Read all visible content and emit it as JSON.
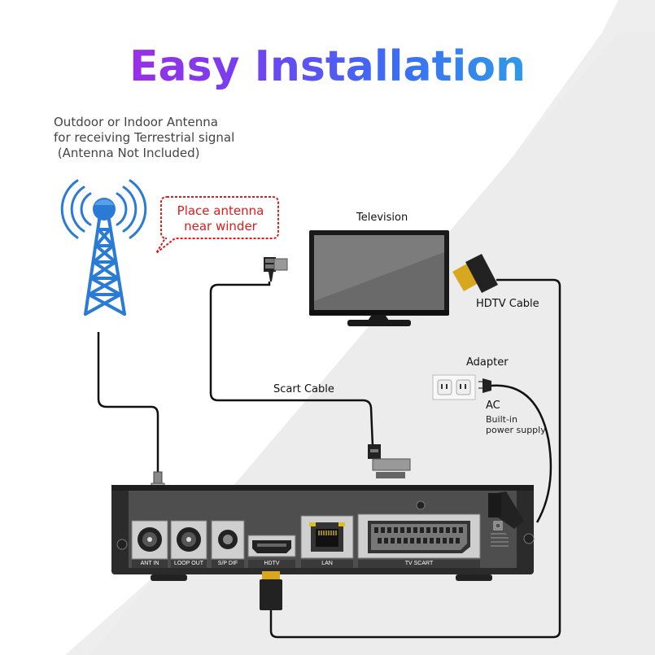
{
  "title": "Easy Installation",
  "antenna": {
    "description_lines": [
      "Outdoor or Indoor Antenna",
      "for receiving Terrestrial signal",
      " (Antenna Not Included)"
    ]
  },
  "callout": {
    "lines": [
      "Place antenna",
      "near winder"
    ]
  },
  "labels": {
    "television": "Television",
    "hdtv_cable": "HDTV Cable",
    "adapter": "Adapter",
    "ac": "AC",
    "builtin_lines": [
      "Built-in",
      "power supply"
    ],
    "scart_cable": "Scart Cable"
  },
  "ports": {
    "ant_in": "ANT IN",
    "loop_out": "LOOP OUT",
    "spdif": "S/P DIF",
    "hdtv": "HDTV",
    "lan": "LAN",
    "tv_scart": "TV SCART"
  },
  "colors": {
    "antenna_blue": "#2a7bd6",
    "callout_red": "#e01b1b",
    "cable": "#111111",
    "receiver_body": "#2b2b2b",
    "receiver_panel": "#4a4a4a"
  }
}
